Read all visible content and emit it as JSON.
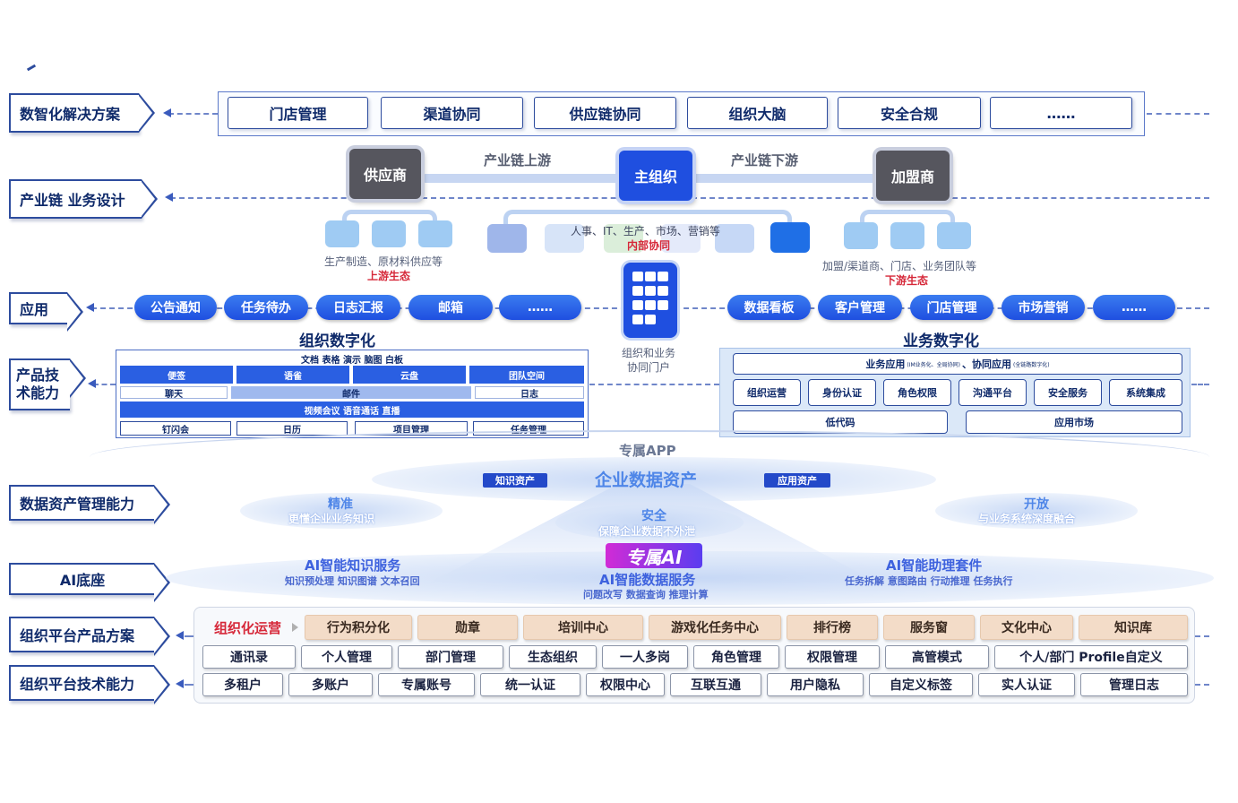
{
  "row_labels": {
    "solution": "数智化解决方案",
    "industry": "产业链 业务设计",
    "application": "应用",
    "product_tech": "产品技术能力",
    "data_asset": "数据资产管理能力",
    "ai_base": "AI底座",
    "platform_product": "组织平台产品方案",
    "platform_tech": "组织平台技术能力"
  },
  "solutions": [
    "门店管理",
    "渠道协同",
    "供应链协同",
    "组织大脑",
    "安全合规",
    "……"
  ],
  "chain": {
    "supplier": "供应商",
    "main_org": "主组织",
    "franchise": "加盟商",
    "upstream_label": "产业链上游",
    "downstream_label": "产业链下游",
    "upstream_desc": "生产制造、原材料供应等",
    "upstream_eco": "上游生态",
    "internal_desc": "人事、IT、生产、市场、营销等",
    "internal_collab": "内部协同",
    "downstream_desc": "加盟/渠道商、门店、业务团队等",
    "downstream_eco": "下游生态"
  },
  "apps_left": [
    "公告通知",
    "任务待办",
    "日志汇报",
    "邮箱",
    "……"
  ],
  "apps_right": [
    "数据看板",
    "客户管理",
    "门店管理",
    "市场营销",
    "……"
  ],
  "portal": {
    "line1": "组织和业务",
    "line2": "协同门户"
  },
  "org_digital": {
    "title": "组织数字化",
    "top_row": "文档  表格  演示  脑图  白板",
    "row2": [
      "便签",
      "语雀",
      "云盘",
      "团队空间"
    ],
    "row3": [
      "聊天",
      "邮件",
      "日志"
    ],
    "row4": "视频会议  语音通话  直播",
    "row5": [
      "钉闪会",
      "日历",
      "项目管理",
      "任务管理"
    ]
  },
  "biz_digital": {
    "title": "业务数字化",
    "top_main1": "业务应用",
    "top_note1": "(IM业务化、全局协同)",
    "top_sep": "、",
    "top_main2": "协同应用",
    "top_note2": "(全链路数字化)",
    "mid": [
      "组织运营",
      "身份认证",
      "角色权限",
      "沟通平台",
      "安全服务",
      "系统集成"
    ],
    "bottom": [
      "低代码",
      "应用市场"
    ]
  },
  "data_asset": {
    "app_label": "专属APP",
    "center": "企业数据资产",
    "tag_left": "知识资产",
    "tag_right": "应用资产",
    "precise_title": "精准",
    "precise_desc": "更懂企业业务知识",
    "secure_title": "安全",
    "secure_desc": "保障企业数据不外泄",
    "open_title": "开放",
    "open_desc": "与业务系统深度融合"
  },
  "ai": {
    "badge": "专属AI",
    "left_title": "AI智能知识服务",
    "left_desc": "知识预处理  知识图谱  文本召回",
    "center_title": "AI智能数据服务",
    "center_desc": "问题改写  数据查询  推理计算",
    "right_title": "AI智能助理套件",
    "right_desc": "任务拆解  意图路由  行动推理  任务执行"
  },
  "platform": {
    "operation_label": "组织化运营",
    "operation_items": [
      "行为积分化",
      "勋章",
      "培训中心",
      "游戏化任务中心",
      "排行榜",
      "服务窗",
      "文化中心",
      "知识库"
    ],
    "product_items": [
      "通讯录",
      "个人管理",
      "部门管理",
      "生态组织",
      "一人多岗",
      "角色管理",
      "权限管理",
      "高管模式",
      "个人/部门 Profile自定义"
    ],
    "tech_items": [
      "多租户",
      "多账户",
      "专属账号",
      "统一认证",
      "权限中心",
      "互联互通",
      "用户隐私",
      "自定义标签",
      "实人认证",
      "管理日志"
    ]
  },
  "colors": {
    "primary": "#1f4fe0",
    "navy": "#0f2a6a",
    "red": "#d62839",
    "peach": "#f3dcc8"
  }
}
